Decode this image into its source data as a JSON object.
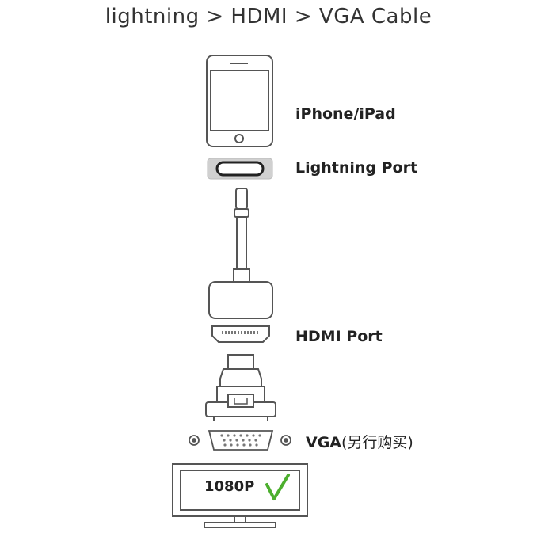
{
  "title": "lightning > HDMI > VGA Cable",
  "labels": {
    "device": "iPhone/iPad",
    "lightning_port": "Lightning Port",
    "hdmi_port": "HDMI Port",
    "vga": "VGA",
    "vga_note": "(另行购买)"
  },
  "monitor": {
    "resolution": "1080P"
  },
  "colors": {
    "stroke": "#555555",
    "checkmark": "#4caf2e",
    "port_fill": "#d0d0d0"
  }
}
